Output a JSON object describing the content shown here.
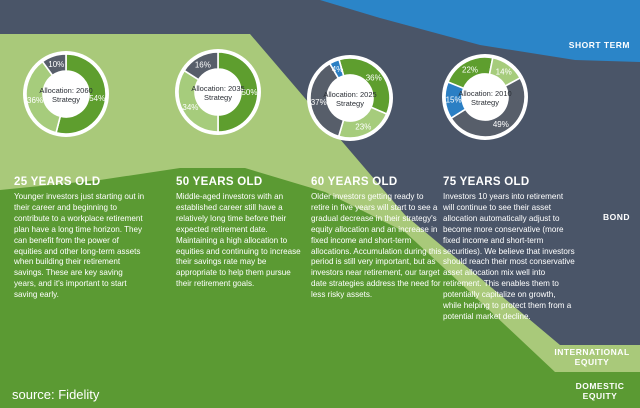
{
  "colors": {
    "short_term": "#2b85c8",
    "bond": "#4a5568",
    "international": "#a9c97a",
    "domestic": "#5b9a33",
    "donut_domestic": "#5e9e2e",
    "donut_intl": "#a6cc7c",
    "donut_bond": "#575e6a",
    "donut_short": "#2b7fc4"
  },
  "bands": {
    "short_term": "SHORT TERM",
    "bond": "BOND",
    "international": "INTERNATIONAL EQUITY",
    "domestic": "DOMESTIC EQUITY"
  },
  "source": "source: Fidelity",
  "chart_data": {
    "type": "pie",
    "charts": [
      {
        "label": "Allocation: 2060 Strategy",
        "slices": [
          {
            "series": "Domestic Equity",
            "value": 54,
            "text": "54%"
          },
          {
            "series": "International Equity",
            "value": 36,
            "text": "36%"
          },
          {
            "series": "Bond",
            "value": 10,
            "text": "10%"
          }
        ]
      },
      {
        "label": "Allocation: 2035 Strategy",
        "slices": [
          {
            "series": "Domestic Equity",
            "value": 50,
            "text": "50%"
          },
          {
            "series": "International Equity",
            "value": 34,
            "text": "34%"
          },
          {
            "series": "Bond",
            "value": 16,
            "text": "16%"
          }
        ]
      },
      {
        "label": "Allocation: 2025 Strategy",
        "slices": [
          {
            "series": "Domestic Equity",
            "value": 36,
            "text": "36%"
          },
          {
            "series": "International Equity",
            "value": 23,
            "text": "23%"
          },
          {
            "series": "Bond",
            "value": 37,
            "text": "37%"
          },
          {
            "series": "Short Term",
            "value": 4,
            "text": "4%"
          }
        ]
      },
      {
        "label": "Allocation: 2010 Strategy",
        "slices": [
          {
            "series": "Domestic Equity",
            "value": 22,
            "text": "22%"
          },
          {
            "series": "International Equity",
            "value": 14,
            "text": "14%"
          },
          {
            "series": "Bond",
            "value": 49,
            "text": "49%"
          },
          {
            "series": "Short Term",
            "value": 15,
            "text": "15%"
          }
        ]
      }
    ]
  },
  "columns": [
    {
      "age": "25 YEARS OLD",
      "text": "Younger investors just starting out in their career and beginning to contribute to a workplace retirement plan have a long time horizon. They can benefit from the power of equities and other long-term assets when building their retirement savings. These are key saving years, and it's important to start saving early."
    },
    {
      "age": "50 YEARS OLD",
      "text": "Middle-aged investors with an established career still have a relatively long time before their expected retirement date. Maintaining a high allocation to equities and continuing to increase their savings rate may be appropriate to help them pursue their retirement goals."
    },
    {
      "age": "60 YEARS OLD",
      "text": "Older investors getting ready to retire in five years will start to see a gradual decrease in their strategy's equity allocation and an increase in fixed income and short-term allocations. Accumulation during this period is still very important, but as investors near retirement, our target date strategies address the need for less risky assets."
    },
    {
      "age": "75 YEARS OLD",
      "text": "Investors 10 years into retirement will continue to see their asset allocation automatically adjust to become more conservative (more fixed income and short-term securities). We believe that investors should reach their most conservative asset allocation mix well into retirement. This enables them to potentially capitalize on growth, while helping to protect them from a potential market decline."
    }
  ]
}
